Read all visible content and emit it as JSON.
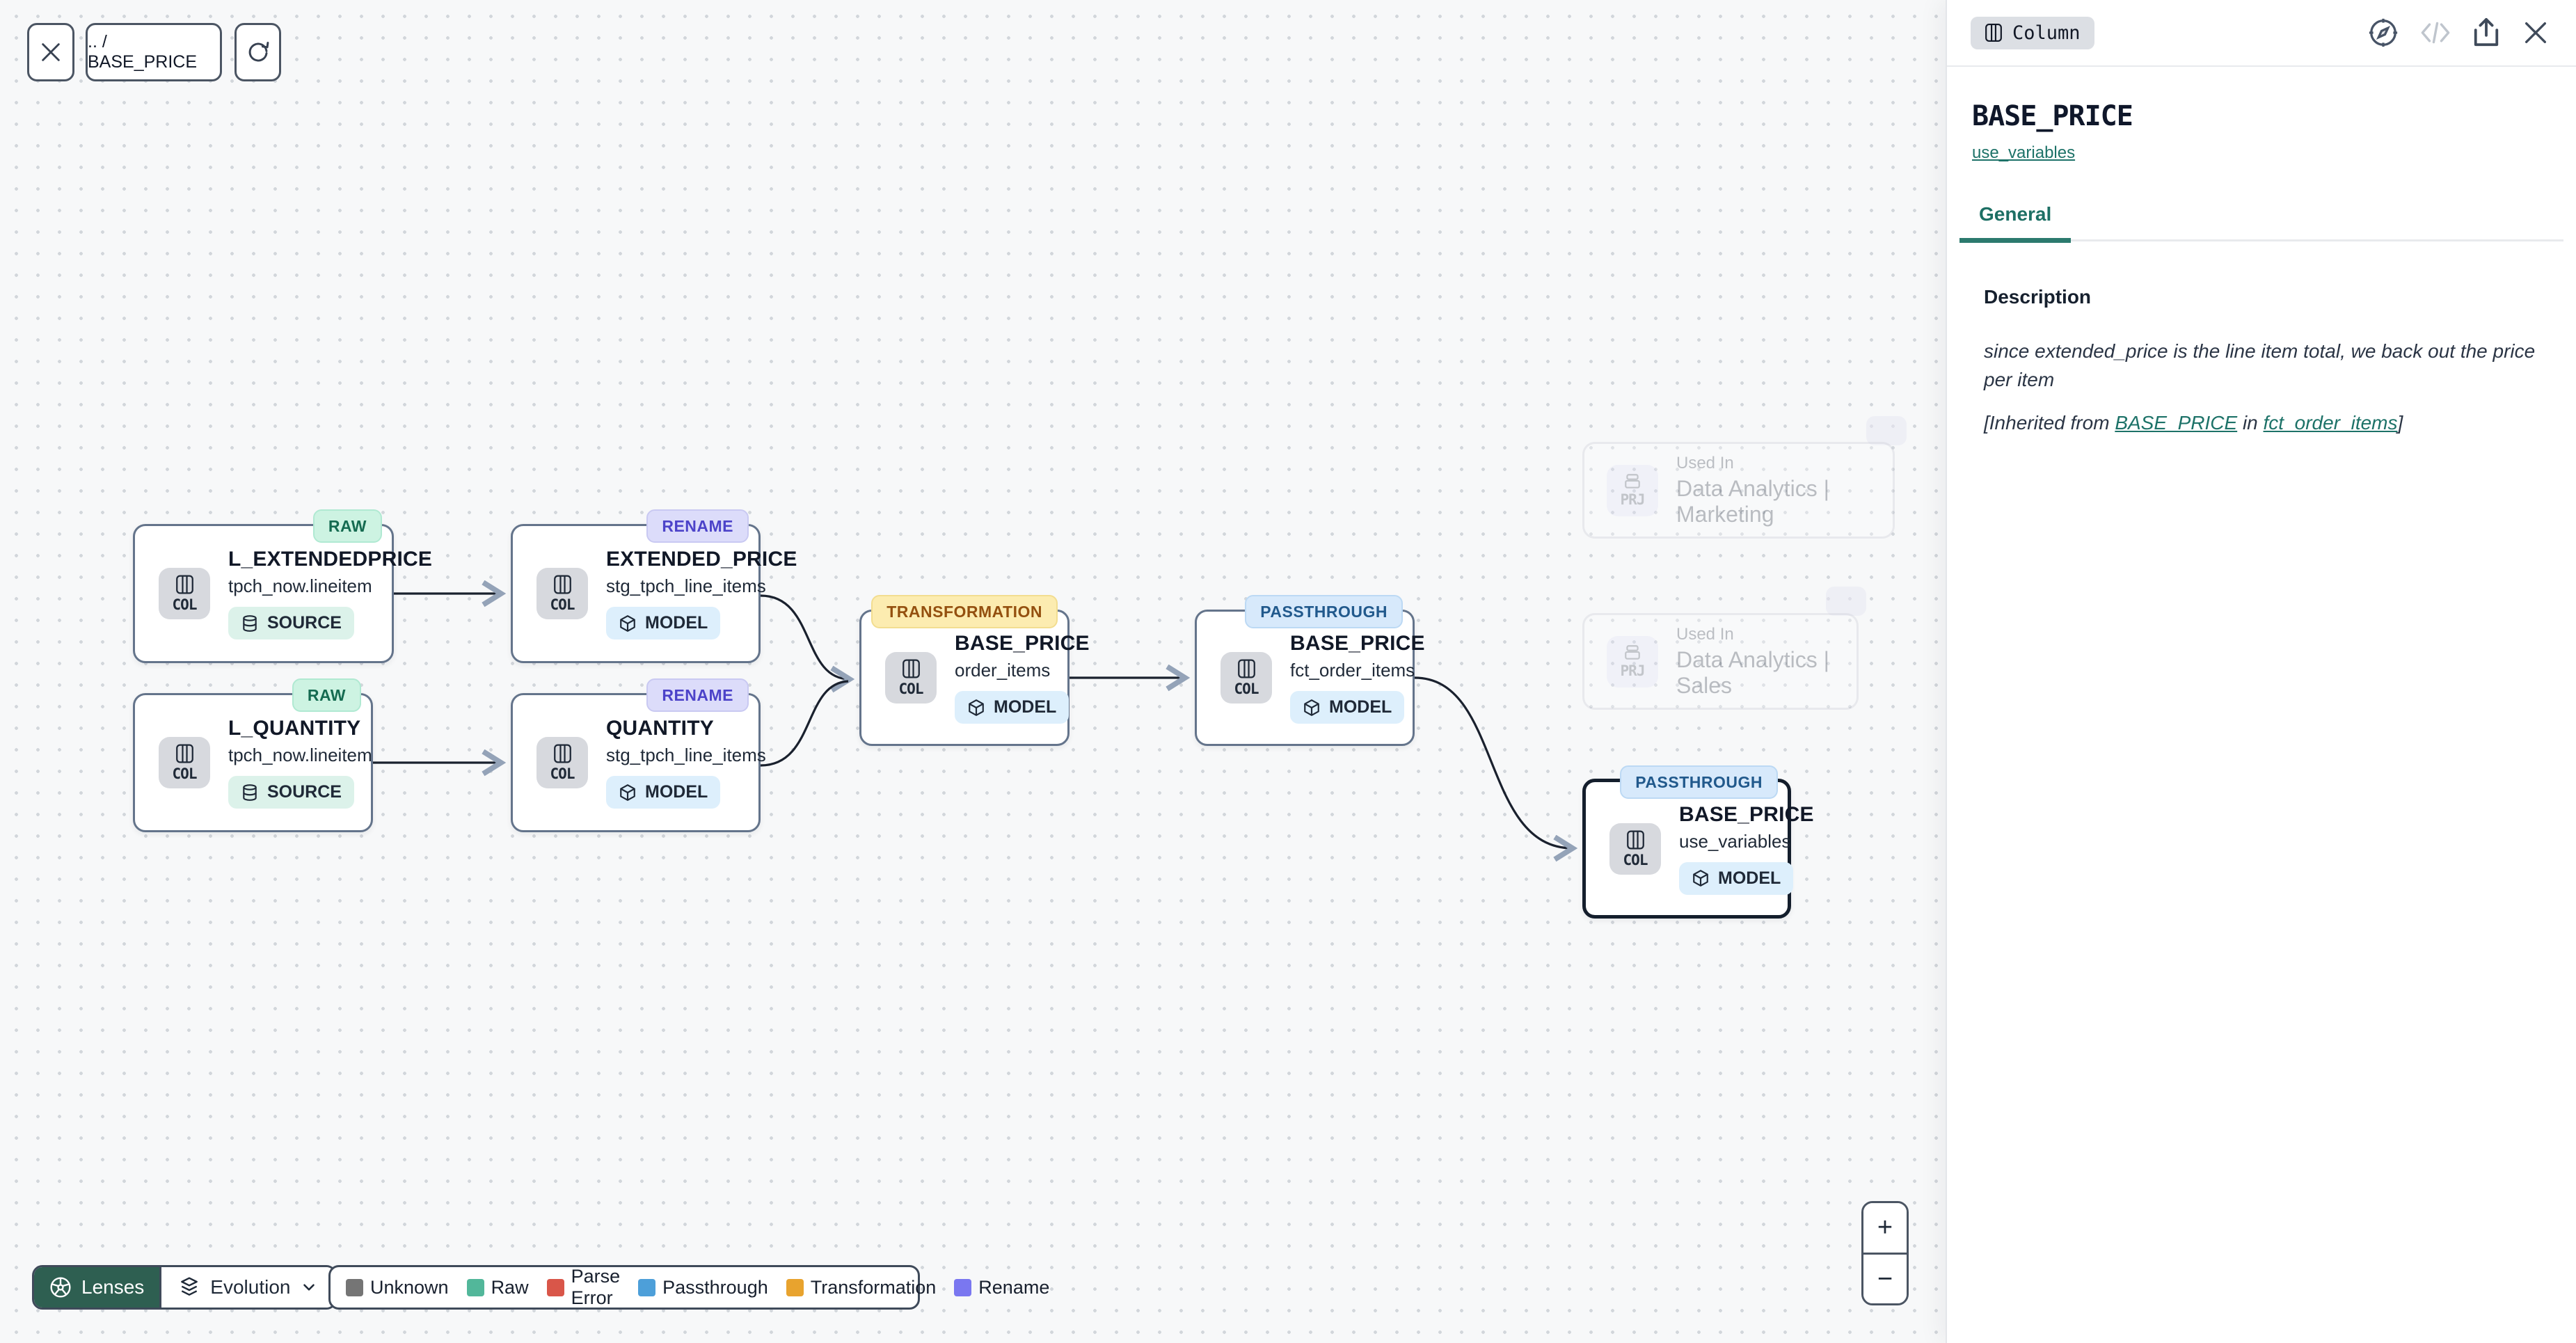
{
  "toolbar": {
    "breadcrumb": ".. / BASE_PRICE"
  },
  "canvas": {
    "nodes": [
      {
        "badge": "RAW",
        "title": "L_EXTENDEDPRICE",
        "subtitle": "tpch_now.lineitem",
        "chip": "SOURCE",
        "kind": "COL"
      },
      {
        "badge": "RENAME",
        "title": "EXTENDED_PRICE",
        "subtitle": "stg_tpch_line_items",
        "chip": "MODEL",
        "kind": "COL"
      },
      {
        "badge": "RAW",
        "title": "L_QUANTITY",
        "subtitle": "tpch_now.lineitem",
        "chip": "SOURCE",
        "kind": "COL"
      },
      {
        "badge": "RENAME",
        "title": "QUANTITY",
        "subtitle": "stg_tpch_line_items",
        "chip": "MODEL",
        "kind": "COL"
      },
      {
        "badge": "TRANSFORMATION",
        "title": "BASE_PRICE",
        "subtitle": "order_items",
        "chip": "MODEL",
        "kind": "COL"
      },
      {
        "badge": "PASSTHROUGH",
        "title": "BASE_PRICE",
        "subtitle": "fct_order_items",
        "chip": "MODEL",
        "kind": "COL"
      },
      {
        "badge": "PASSTHROUGH",
        "title": "BASE_PRICE",
        "subtitle": "use_variables",
        "chip": "MODEL",
        "kind": "COL",
        "selected": true
      }
    ],
    "used_in": [
      {
        "label": "Used In",
        "name": "Data Analytics | Marketing",
        "kind": "PRJ"
      },
      {
        "label": "Used In",
        "name": "Data Analytics | Sales",
        "kind": "PRJ"
      }
    ]
  },
  "lenses": {
    "label": "Lenses",
    "mode": "Evolution"
  },
  "legend": {
    "items": [
      {
        "label": "Unknown",
        "color": "#757575"
      },
      {
        "label": "Raw",
        "color": "#52b79a"
      },
      {
        "label": "Parse Error",
        "color": "#d95649"
      },
      {
        "label": "Passthrough",
        "color": "#4d9fd9"
      },
      {
        "label": "Transformation",
        "color": "#e8a32e"
      },
      {
        "label": "Rename",
        "color": "#7a77f0"
      }
    ]
  },
  "zoom_controls": {
    "zoom_in": "+",
    "zoom_out": "−"
  },
  "panel": {
    "type_label": "Column",
    "title": "BASE_PRICE",
    "subtitle_link": "use_variables",
    "tab": "General",
    "description": {
      "label": "Description",
      "text": "since extended_price is the line item total, we back out the price per item",
      "inherited_prefix": "[Inherited from ",
      "inherited_link_column": "BASE_PRICE",
      "inherited_mid": " in ",
      "inherited_link_model": "fct_order_items",
      "inherited_suffix": "]"
    }
  },
  "colors": {
    "accent_teal": "#1d7268",
    "lenses_green": "#2e5f51",
    "badge_raw_bg": "#cdf3e2",
    "badge_rename_bg": "#dcdcfa",
    "badge_transformation_bg": "#fcecb0",
    "badge_passthrough_bg": "#d7e9fb"
  }
}
